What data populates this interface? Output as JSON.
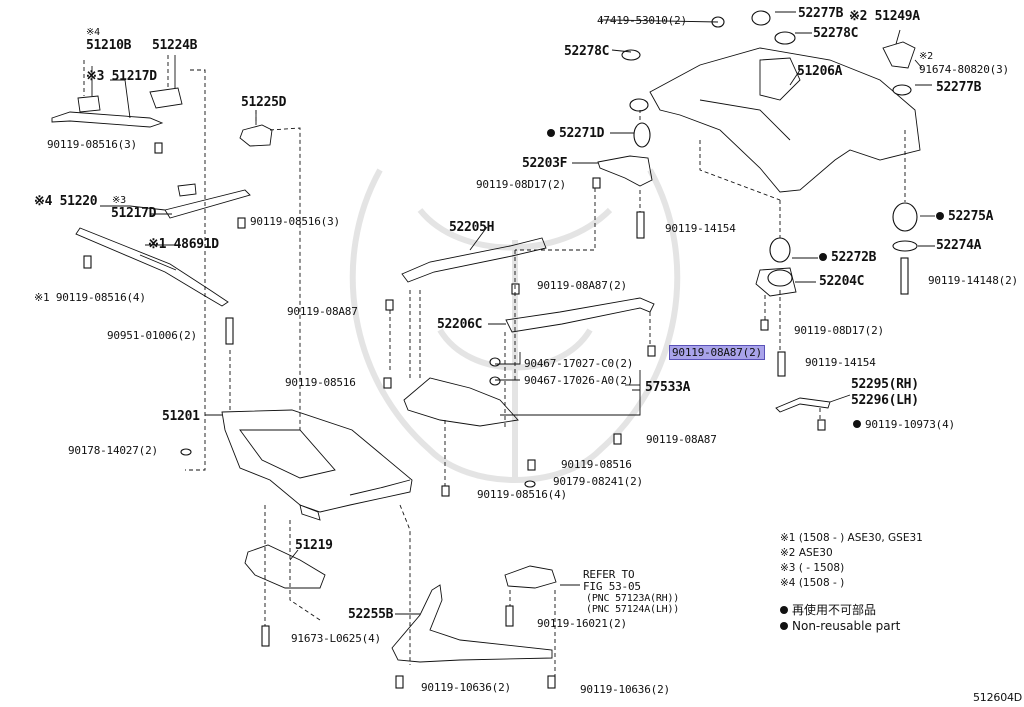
{
  "diagram_id": "512604D",
  "labels": {
    "l51210B": "※4\n51210B",
    "l51217D_a": "※3 51217D",
    "l51224B": "51224B",
    "l51225D": "51225D",
    "l08516_3a": "90119-08516(3)",
    "l51220": "※4 51220",
    "l51217D_b": "※3\n51217D",
    "l08516_3b": "90119-08516(3)",
    "l48691D": "※1 48691D",
    "l08516_4a": "※1 90119-08516(4)",
    "l01006": "90951-01006(2)",
    "l08A87_a": "90119-08A87",
    "l08516_a": "90119-08516",
    "l51201": "51201",
    "l14027": "90178-14027(2)",
    "l51219": "51219",
    "l91673": "91673-L0625(4)",
    "l52255B": "52255B",
    "l10636_a": "90119-10636(2)",
    "l10636_b": "90119-10636(2)",
    "l16021": "90119-16021(2)",
    "l52205H": "52205H",
    "l08A87_2a": "90119-08A87(2)",
    "l52206C": "52206C",
    "l17027": "90467-17027-C0(2)",
    "l17026": "90467-17026-A0(2)",
    "l57533A": "57533A",
    "l08A87_b": "90119-08A87",
    "l08516_b": "90119-08516",
    "l08241": "90179-08241(2)",
    "l08516_4b": "90119-08516(4)",
    "l53010": "47419-53010(2)",
    "l52278C_a": "52278C",
    "l52271D": "52271D",
    "l52203F": "52203F",
    "l08D17_a": "90119-08D17(2)",
    "l14154_a": "90119-14154",
    "l52277B_a": "52277B",
    "l52278C_b": "52278C",
    "l51206A": "51206A",
    "l51249A": "※2 51249A",
    "l91674": "※2\n91674-80820(3)",
    "l52277B_b": "52277B",
    "l52275A": "52275A",
    "l52274A": "52274A",
    "l52272B": "52272B",
    "l14148": "90119-14148(2)",
    "l52204C": "52204C",
    "l08D17_b": "90119-08D17(2)",
    "l08A87_2b": "90119-08A87(2)",
    "l14154_b": "90119-14154",
    "l52295": "52295(RH)",
    "l52296": "52296(LH)",
    "l10973": "90119-10973(4)",
    "l_refer": "REFER TO\nFIG 53-05",
    "l_pnc1": "(PNC 57123A(RH))",
    "l_pnc2": "(PNC 57124A(LH))"
  },
  "notes": {
    "n1": "※1 (1508 -     ) ASE30, GSE31",
    "n2": "※2  ASE30",
    "n3": "※3 (     - 1508)",
    "n4": "※4 (1508 -     )"
  },
  "legend": {
    "jp": "再使用不可部品",
    "en": "Non-reusable part"
  },
  "highlight_color": "#a9a3ea"
}
